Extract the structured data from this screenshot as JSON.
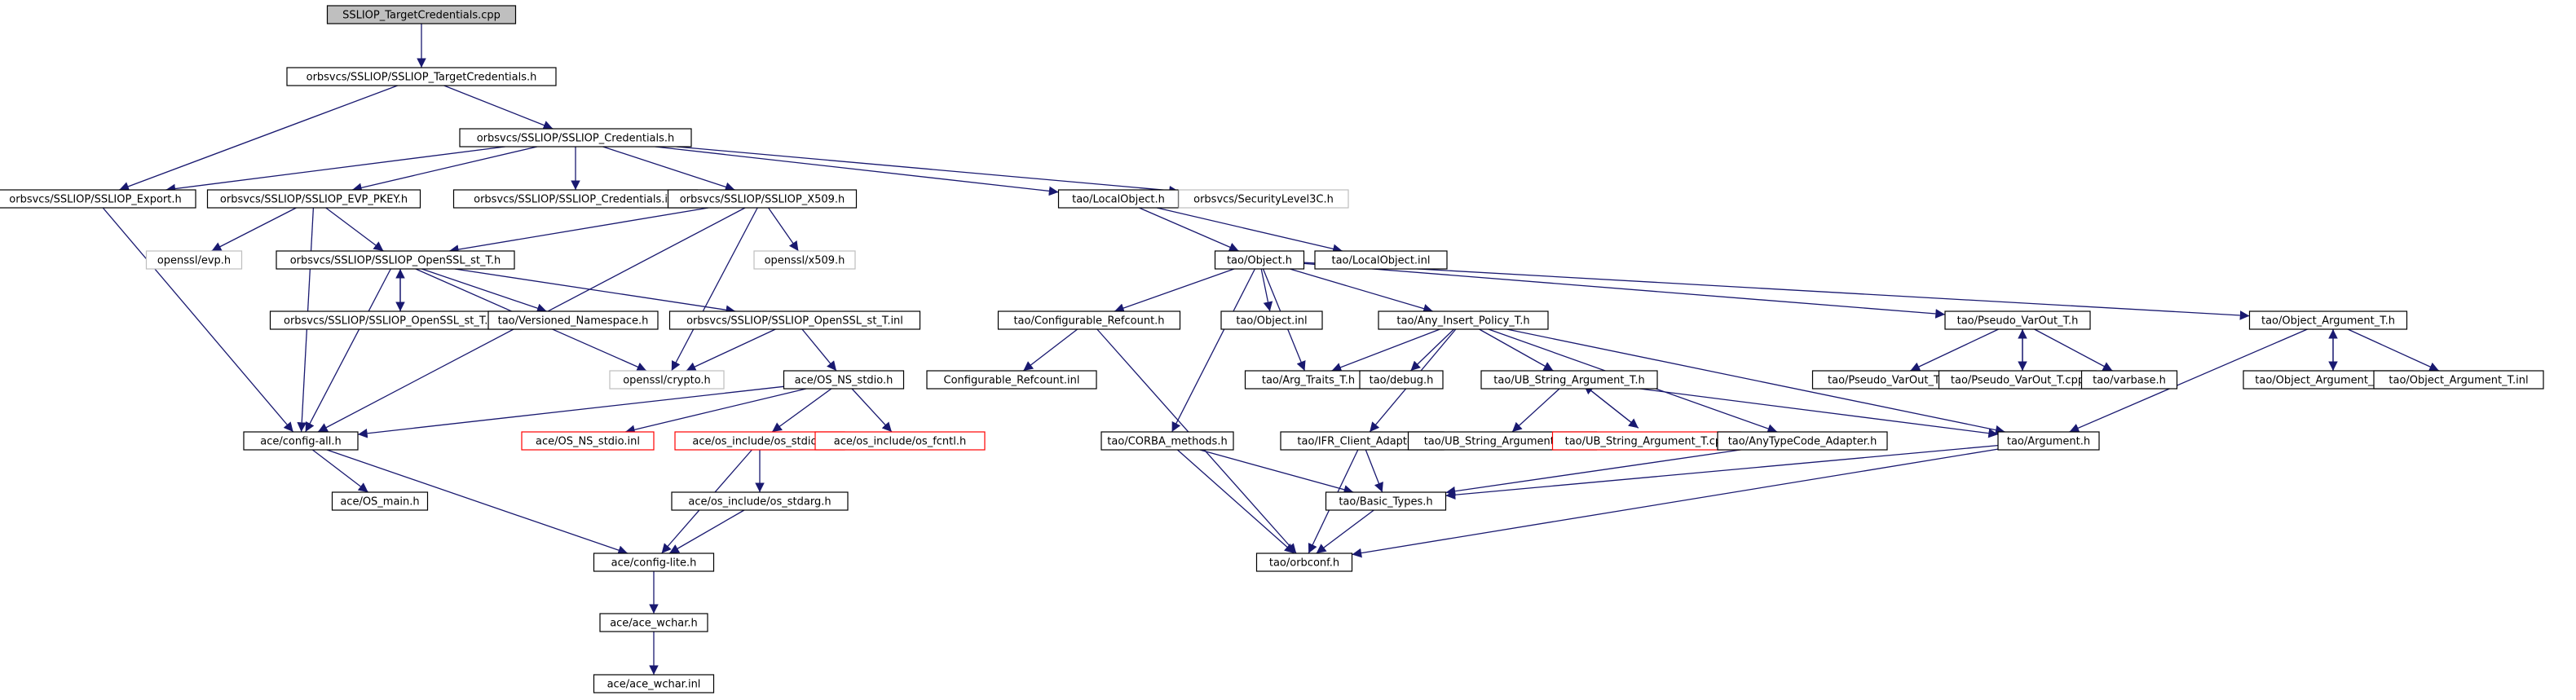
{
  "diagram": {
    "colors": {
      "edge": "#191970",
      "normal_border": "#000000",
      "normal_fill": "#ffffff",
      "root_fill": "#bfbfbf",
      "missing_border": "#bfbfbf",
      "truncated_border": "#ff0000"
    },
    "nodes": [
      {
        "id": "n0",
        "label": "SSLIOP_TargetCredentials.cpp",
        "style": "root"
      },
      {
        "id": "n1",
        "label": "orbsvcs/SSLIOP/SSLIOP_TargetCredentials.h",
        "style": "normal"
      },
      {
        "id": "n2",
        "label": "orbsvcs/SSLIOP/SSLIOP_Credentials.h",
        "style": "normal"
      },
      {
        "id": "n3",
        "label": "orbsvcs/SSLIOP/SSLIOP_Export.h",
        "style": "normal"
      },
      {
        "id": "n4",
        "label": "orbsvcs/SSLIOP/SSLIOP_EVP_PKEY.h",
        "style": "normal"
      },
      {
        "id": "n5",
        "label": "orbsvcs/SSLIOP/SSLIOP_Credentials.inl",
        "style": "normal"
      },
      {
        "id": "n6",
        "label": "orbsvcs/SSLIOP/SSLIOP_X509.h",
        "style": "normal"
      },
      {
        "id": "n7",
        "label": "tao/LocalObject.h",
        "style": "normal"
      },
      {
        "id": "n8",
        "label": "orbsvcs/SecurityLevel3C.h",
        "style": "missing"
      },
      {
        "id": "n9",
        "label": "openssl/evp.h",
        "style": "missing"
      },
      {
        "id": "n10",
        "label": "orbsvcs/SSLIOP/SSLIOP_OpenSSL_st_T.h",
        "style": "normal"
      },
      {
        "id": "n11",
        "label": "openssl/x509.h",
        "style": "missing"
      },
      {
        "id": "n12",
        "label": "tao/Object.h",
        "style": "normal"
      },
      {
        "id": "n13",
        "label": "tao/LocalObject.inl",
        "style": "normal"
      },
      {
        "id": "n14",
        "label": "orbsvcs/SSLIOP/SSLIOP_OpenSSL_st_T.cpp",
        "style": "normal"
      },
      {
        "id": "n15",
        "label": "tao/Versioned_Namespace.h",
        "style": "normal"
      },
      {
        "id": "n16",
        "label": "orbsvcs/SSLIOP/SSLIOP_OpenSSL_st_T.inl",
        "style": "normal"
      },
      {
        "id": "n17",
        "label": "openssl/crypto.h",
        "style": "missing"
      },
      {
        "id": "n18",
        "label": "ace/config-all.h",
        "style": "normal"
      },
      {
        "id": "n19",
        "label": "ace/OS_NS_stdio.h",
        "style": "normal"
      },
      {
        "id": "n20",
        "label": "ace/OS_NS_stdio.inl",
        "style": "truncated"
      },
      {
        "id": "n21",
        "label": "ace/os_include/os_stdio.h",
        "style": "truncated"
      },
      {
        "id": "n22",
        "label": "ace/os_include/os_fcntl.h",
        "style": "truncated"
      },
      {
        "id": "n23",
        "label": "ace/OS_main.h",
        "style": "normal"
      },
      {
        "id": "n24",
        "label": "ace/os_include/os_stdarg.h",
        "style": "normal"
      },
      {
        "id": "n25",
        "label": "ace/config-lite.h",
        "style": "normal"
      },
      {
        "id": "n26",
        "label": "ace/ace_wchar.h",
        "style": "normal"
      },
      {
        "id": "n27",
        "label": "ace/ace_wchar.inl",
        "style": "normal"
      },
      {
        "id": "n28",
        "label": "tao/Configurable_Refcount.h",
        "style": "normal"
      },
      {
        "id": "n29",
        "label": "Configurable_Refcount.inl",
        "style": "normal"
      },
      {
        "id": "n30",
        "label": "tao/Object.inl",
        "style": "normal"
      },
      {
        "id": "n31",
        "label": "tao/CORBA_methods.h",
        "style": "normal"
      },
      {
        "id": "n32",
        "label": "tao/Any_Insert_Policy_T.h",
        "style": "normal"
      },
      {
        "id": "n33",
        "label": "tao/Arg_Traits_T.h",
        "style": "normal"
      },
      {
        "id": "n34",
        "label": "tao/debug.h",
        "style": "normal"
      },
      {
        "id": "n35",
        "label": "tao/IFR_Client_Adapter.h",
        "style": "normal"
      },
      {
        "id": "n36",
        "label": "tao/UB_String_Argument_T.h",
        "style": "normal"
      },
      {
        "id": "n37",
        "label": "tao/UB_String_Argument_T.inl",
        "style": "normal"
      },
      {
        "id": "n38",
        "label": "tao/UB_String_Argument_T.cpp",
        "style": "truncated"
      },
      {
        "id": "n39",
        "label": "tao/AnyTypeCode_Adapter.h",
        "style": "normal"
      },
      {
        "id": "n40",
        "label": "tao/Argument.h",
        "style": "normal"
      },
      {
        "id": "n41",
        "label": "tao/Basic_Types.h",
        "style": "normal"
      },
      {
        "id": "n42",
        "label": "tao/orbconf.h",
        "style": "normal"
      },
      {
        "id": "n43",
        "label": "tao/Pseudo_VarOut_T.h",
        "style": "normal"
      },
      {
        "id": "n44",
        "label": "tao/Pseudo_VarOut_T.inl",
        "style": "normal"
      },
      {
        "id": "n45",
        "label": "tao/Pseudo_VarOut_T.cpp",
        "style": "normal"
      },
      {
        "id": "n46",
        "label": "tao/varbase.h",
        "style": "normal"
      },
      {
        "id": "n47",
        "label": "tao/Object_Argument_T.h",
        "style": "normal"
      },
      {
        "id": "n48",
        "label": "tao/Object_Argument_T.cpp",
        "style": "normal"
      },
      {
        "id": "n49",
        "label": "tao/Object_Argument_T.inl",
        "style": "normal"
      }
    ],
    "edges": [
      [
        "n0",
        "n1"
      ],
      [
        "n1",
        "n2"
      ],
      [
        "n1",
        "n3"
      ],
      [
        "n2",
        "n3"
      ],
      [
        "n2",
        "n4"
      ],
      [
        "n2",
        "n5"
      ],
      [
        "n2",
        "n6"
      ],
      [
        "n2",
        "n7"
      ],
      [
        "n2",
        "n8"
      ],
      [
        "n3",
        "n18"
      ],
      [
        "n4",
        "n9"
      ],
      [
        "n4",
        "n10"
      ],
      [
        "n4",
        "n18"
      ],
      [
        "n6",
        "n10"
      ],
      [
        "n6",
        "n11"
      ],
      [
        "n6",
        "n17"
      ],
      [
        "n6",
        "n18"
      ],
      [
        "n7",
        "n12"
      ],
      [
        "n7",
        "n13"
      ],
      [
        "n10",
        "n14"
      ],
      [
        "n10",
        "n15"
      ],
      [
        "n10",
        "n16"
      ],
      [
        "n10",
        "n17"
      ],
      [
        "n10",
        "n18"
      ],
      [
        "n14",
        "n10"
      ],
      [
        "n16",
        "n17"
      ],
      [
        "n16",
        "n19"
      ],
      [
        "n19",
        "n18"
      ],
      [
        "n19",
        "n20"
      ],
      [
        "n19",
        "n21"
      ],
      [
        "n19",
        "n22"
      ],
      [
        "n18",
        "n23"
      ],
      [
        "n18",
        "n25"
      ],
      [
        "n21",
        "n24"
      ],
      [
        "n21",
        "n25"
      ],
      [
        "n24",
        "n25"
      ],
      [
        "n25",
        "n26"
      ],
      [
        "n26",
        "n27"
      ],
      [
        "n12",
        "n28"
      ],
      [
        "n12",
        "n30"
      ],
      [
        "n12",
        "n31"
      ],
      [
        "n12",
        "n32"
      ],
      [
        "n12",
        "n33"
      ],
      [
        "n12",
        "n43"
      ],
      [
        "n12",
        "n47"
      ],
      [
        "n28",
        "n29"
      ],
      [
        "n28",
        "n42"
      ],
      [
        "n31",
        "n41"
      ],
      [
        "n31",
        "n42"
      ],
      [
        "n32",
        "n33"
      ],
      [
        "n32",
        "n34"
      ],
      [
        "n32",
        "n35"
      ],
      [
        "n32",
        "n36"
      ],
      [
        "n32",
        "n39"
      ],
      [
        "n32",
        "n40"
      ],
      [
        "n35",
        "n41"
      ],
      [
        "n35",
        "n42"
      ],
      [
        "n36",
        "n37"
      ],
      [
        "n36",
        "n38"
      ],
      [
        "n36",
        "n40"
      ],
      [
        "n38",
        "n36"
      ],
      [
        "n39",
        "n41"
      ],
      [
        "n40",
        "n41"
      ],
      [
        "n40",
        "n42"
      ],
      [
        "n41",
        "n42"
      ],
      [
        "n43",
        "n44"
      ],
      [
        "n43",
        "n45"
      ],
      [
        "n43",
        "n46"
      ],
      [
        "n45",
        "n43"
      ],
      [
        "n47",
        "n40"
      ],
      [
        "n47",
        "n48"
      ],
      [
        "n47",
        "n49"
      ],
      [
        "n48",
        "n47"
      ]
    ]
  }
}
